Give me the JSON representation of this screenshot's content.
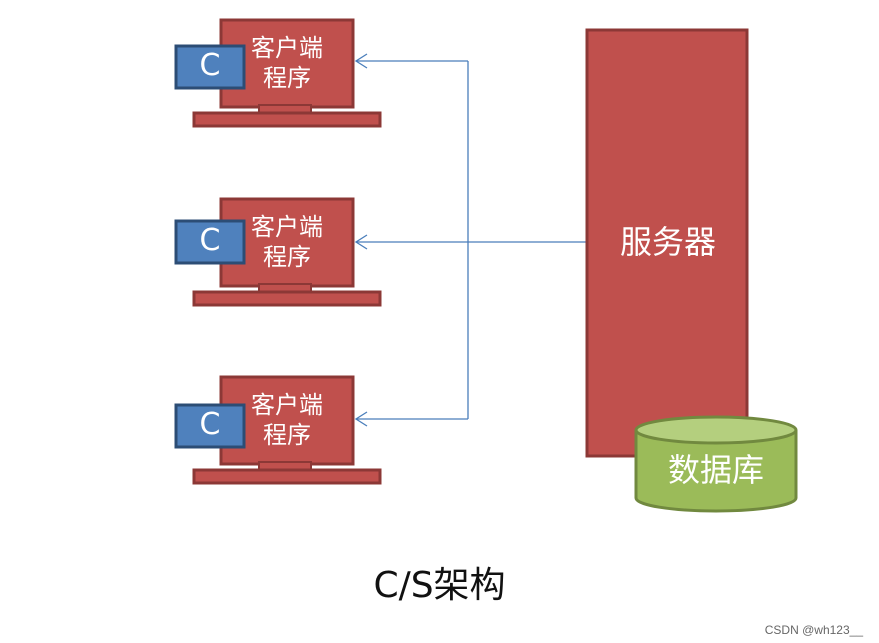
{
  "clients": [
    {
      "badge": "C",
      "label_line1": "客户端",
      "label_line2": "程序"
    },
    {
      "badge": "C",
      "label_line1": "客户端",
      "label_line2": "程序"
    },
    {
      "badge": "C",
      "label_line1": "客户端",
      "label_line2": "程序"
    }
  ],
  "server": {
    "label": "服务器"
  },
  "database": {
    "label": "数据库"
  },
  "caption": "C/S架构",
  "watermark": "CSDN @wh123__",
  "colors": {
    "node_fill": "#C0504D",
    "node_stroke": "#8C3836",
    "badge_fill": "#4F81BD",
    "badge_stroke": "#2C4D75",
    "db_fill": "#9BBB59",
    "db_stroke": "#71893F",
    "connector": "#4A7EBB"
  }
}
